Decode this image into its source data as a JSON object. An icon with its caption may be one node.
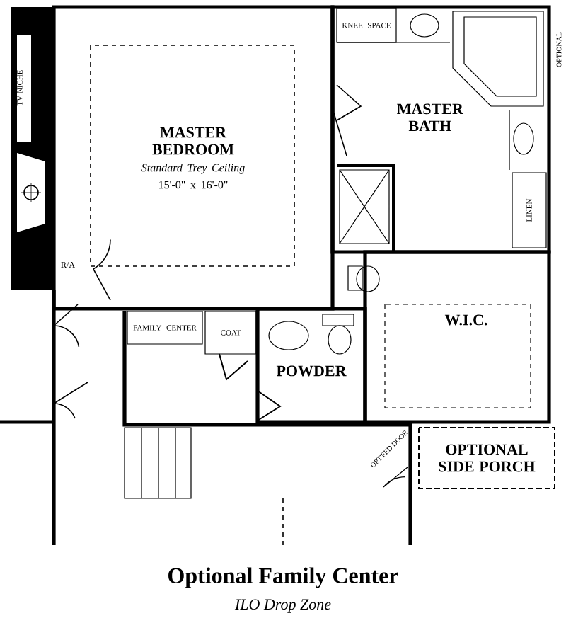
{
  "diagram": {
    "title": "Optional Family Center",
    "caption": "ILO Drop Zone",
    "nodes": [
      {
        "text": [
          "MASTER BEDROOM",
          "Standard Trey Ceiling",
          "15'-0\" x 16'-0\""
        ]
      },
      {
        "text": [
          "MASTER BATH"
        ]
      },
      {
        "text": [
          "KNEE SPACE"
        ],
        "in": 1
      },
      {
        "text": [
          "LINEN"
        ],
        "in": 1
      },
      {
        "text": [
          "FAMILY CENTER"
        ]
      },
      {
        "text": [
          "COAT"
        ]
      },
      {
        "text": [
          "POWDER"
        ]
      },
      {
        "text": [
          "W.I.C."
        ]
      },
      {
        "text": [
          "OPTIONAL SIDE PORCH"
        ]
      }
    ],
    "labels": [
      "TV NICHE",
      "OPTIONAL",
      "R/A",
      "OPT'FED DOOR"
    ]
  }
}
